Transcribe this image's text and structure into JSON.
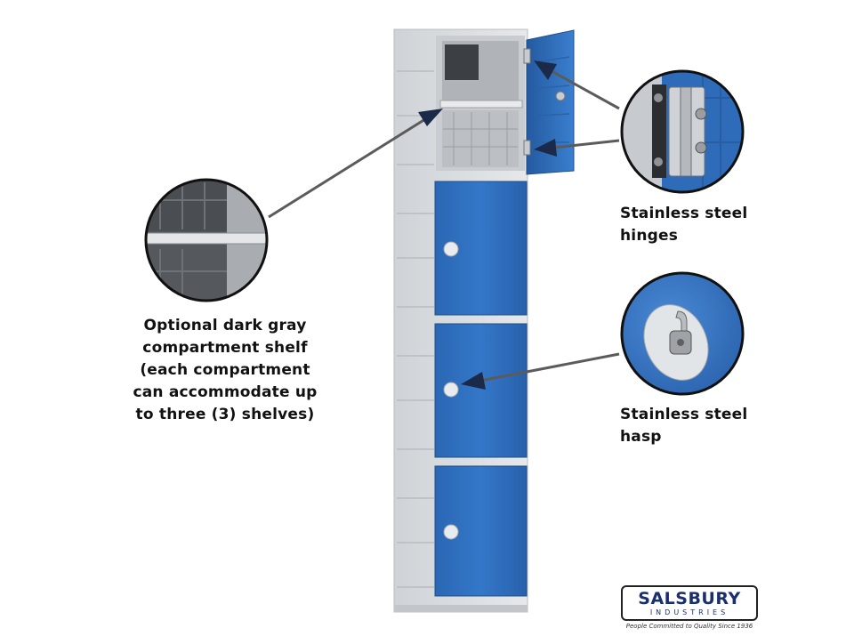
{
  "captions": {
    "shelf": [
      "Optional dark gray",
      "compartment shelf",
      "(each compartment",
      "can accommodate up",
      "to three (3) shelves)"
    ],
    "hinges": [
      "Stainless steel",
      "hinges"
    ],
    "hasp": [
      "Stainless steel",
      "hasp"
    ]
  },
  "logo": {
    "name": "SALSBURY",
    "subtitle": "INDUSTRIES",
    "tagline": "People Committed to Quality Since 1936"
  },
  "colors": {
    "door_blue": "#2c6fbf",
    "frame_gray": "#d9dcdf",
    "logo_navy": "#1b2f6e"
  }
}
